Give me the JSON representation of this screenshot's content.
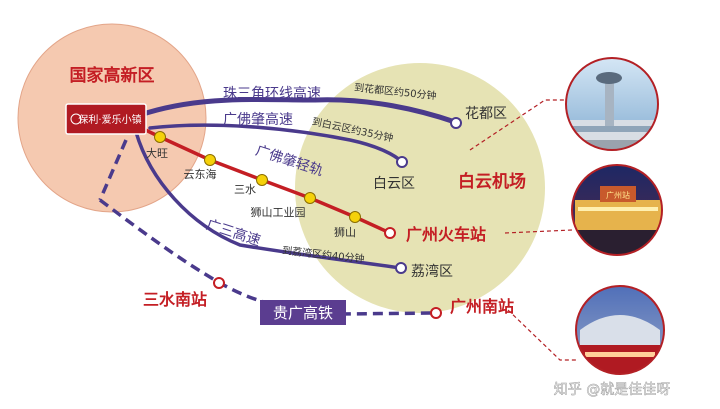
{
  "zones": {
    "hightech_zone": "国家高新区",
    "project_logo": "保利·爱乐小镇"
  },
  "routes": {
    "prd_ring_expressway": {
      "name": "珠三角环线高速",
      "note": "到花都区约50分钟"
    },
    "guangfozhao_expressway": {
      "name": "广佛肇高速",
      "note": "到白云区约35分钟"
    },
    "guangfozhao_light_rail": {
      "name": "广佛肇轻轨"
    },
    "guangsan_expressway": {
      "name": "广三高速",
      "note": "到荔湾区约40分钟"
    },
    "guiguang_high_speed_rail": {
      "name": "贵广高铁"
    }
  },
  "stations": {
    "dawang": "大旺",
    "yundonghai": "云东海",
    "sanshui": "三水",
    "shishan_industrial_park": "狮山工业园",
    "shishan": "狮山"
  },
  "destinations": {
    "huadu": "花都区",
    "baiyun": "白云区",
    "baiyun_airport": "白云机场",
    "guangzhou_railway_station": "广州火车站",
    "liwan": "荔湾区",
    "sanshui_south_station": "三水南站",
    "guangzhou_south_station": "广州南站"
  },
  "photos": {
    "railway_station_sign": "广州站"
  },
  "watermark": "知乎 @就是佳佳呀",
  "colors": {
    "hightech_circle": "#f5c9b0",
    "guangzhou_circle": "#e6e3b4",
    "road_purple": "#4a3a8c",
    "rail_red": "#c41e24",
    "station_yellow": "#f5d10a"
  }
}
